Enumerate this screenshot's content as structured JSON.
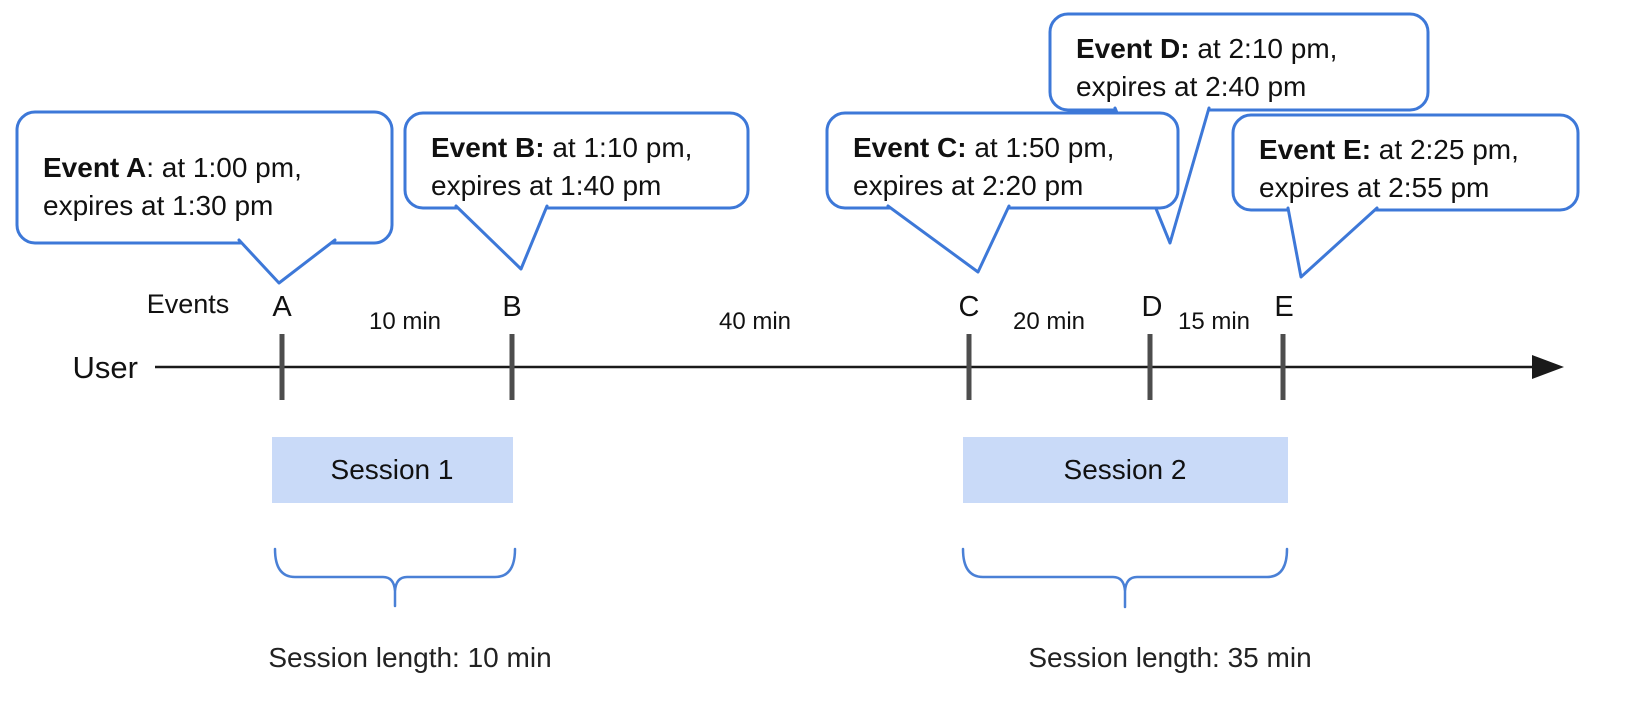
{
  "timeline": {
    "user_label": "User",
    "events_label": "Events",
    "event_letters": [
      "A",
      "B",
      "C",
      "D",
      "E"
    ],
    "intervals": [
      "10 min",
      "40 min",
      "20 min",
      "15 min"
    ]
  },
  "callouts": [
    {
      "bold": "Event A",
      "rest": ": at 1:00 pm,",
      "line2": "expires at 1:30 pm"
    },
    {
      "bold": "Event B:",
      "rest": " at 1:10 pm,",
      "line2": "expires at 1:40 pm"
    },
    {
      "bold": "Event C:",
      "rest": " at 1:50 pm,",
      "line2": "expires at 2:20 pm"
    },
    {
      "bold": "Event D:",
      "rest": " at 2:10 pm,",
      "line2": "expires at 2:40 pm"
    },
    {
      "bold": "Event E:",
      "rest": " at 2:25 pm,",
      "line2": "expires at 2:55 pm"
    }
  ],
  "sessions": [
    {
      "label": "Session 1",
      "length": "Session length: 10 min"
    },
    {
      "label": "Session 2",
      "length": "Session length: 35 min"
    }
  ],
  "colors": {
    "bubble_border": "#3d78d8",
    "session_fill": "#c9daf8",
    "brace": "#4a80d6",
    "tick": "#4d4d4d",
    "axis": "#1a1a1a",
    "text": "#111111"
  }
}
